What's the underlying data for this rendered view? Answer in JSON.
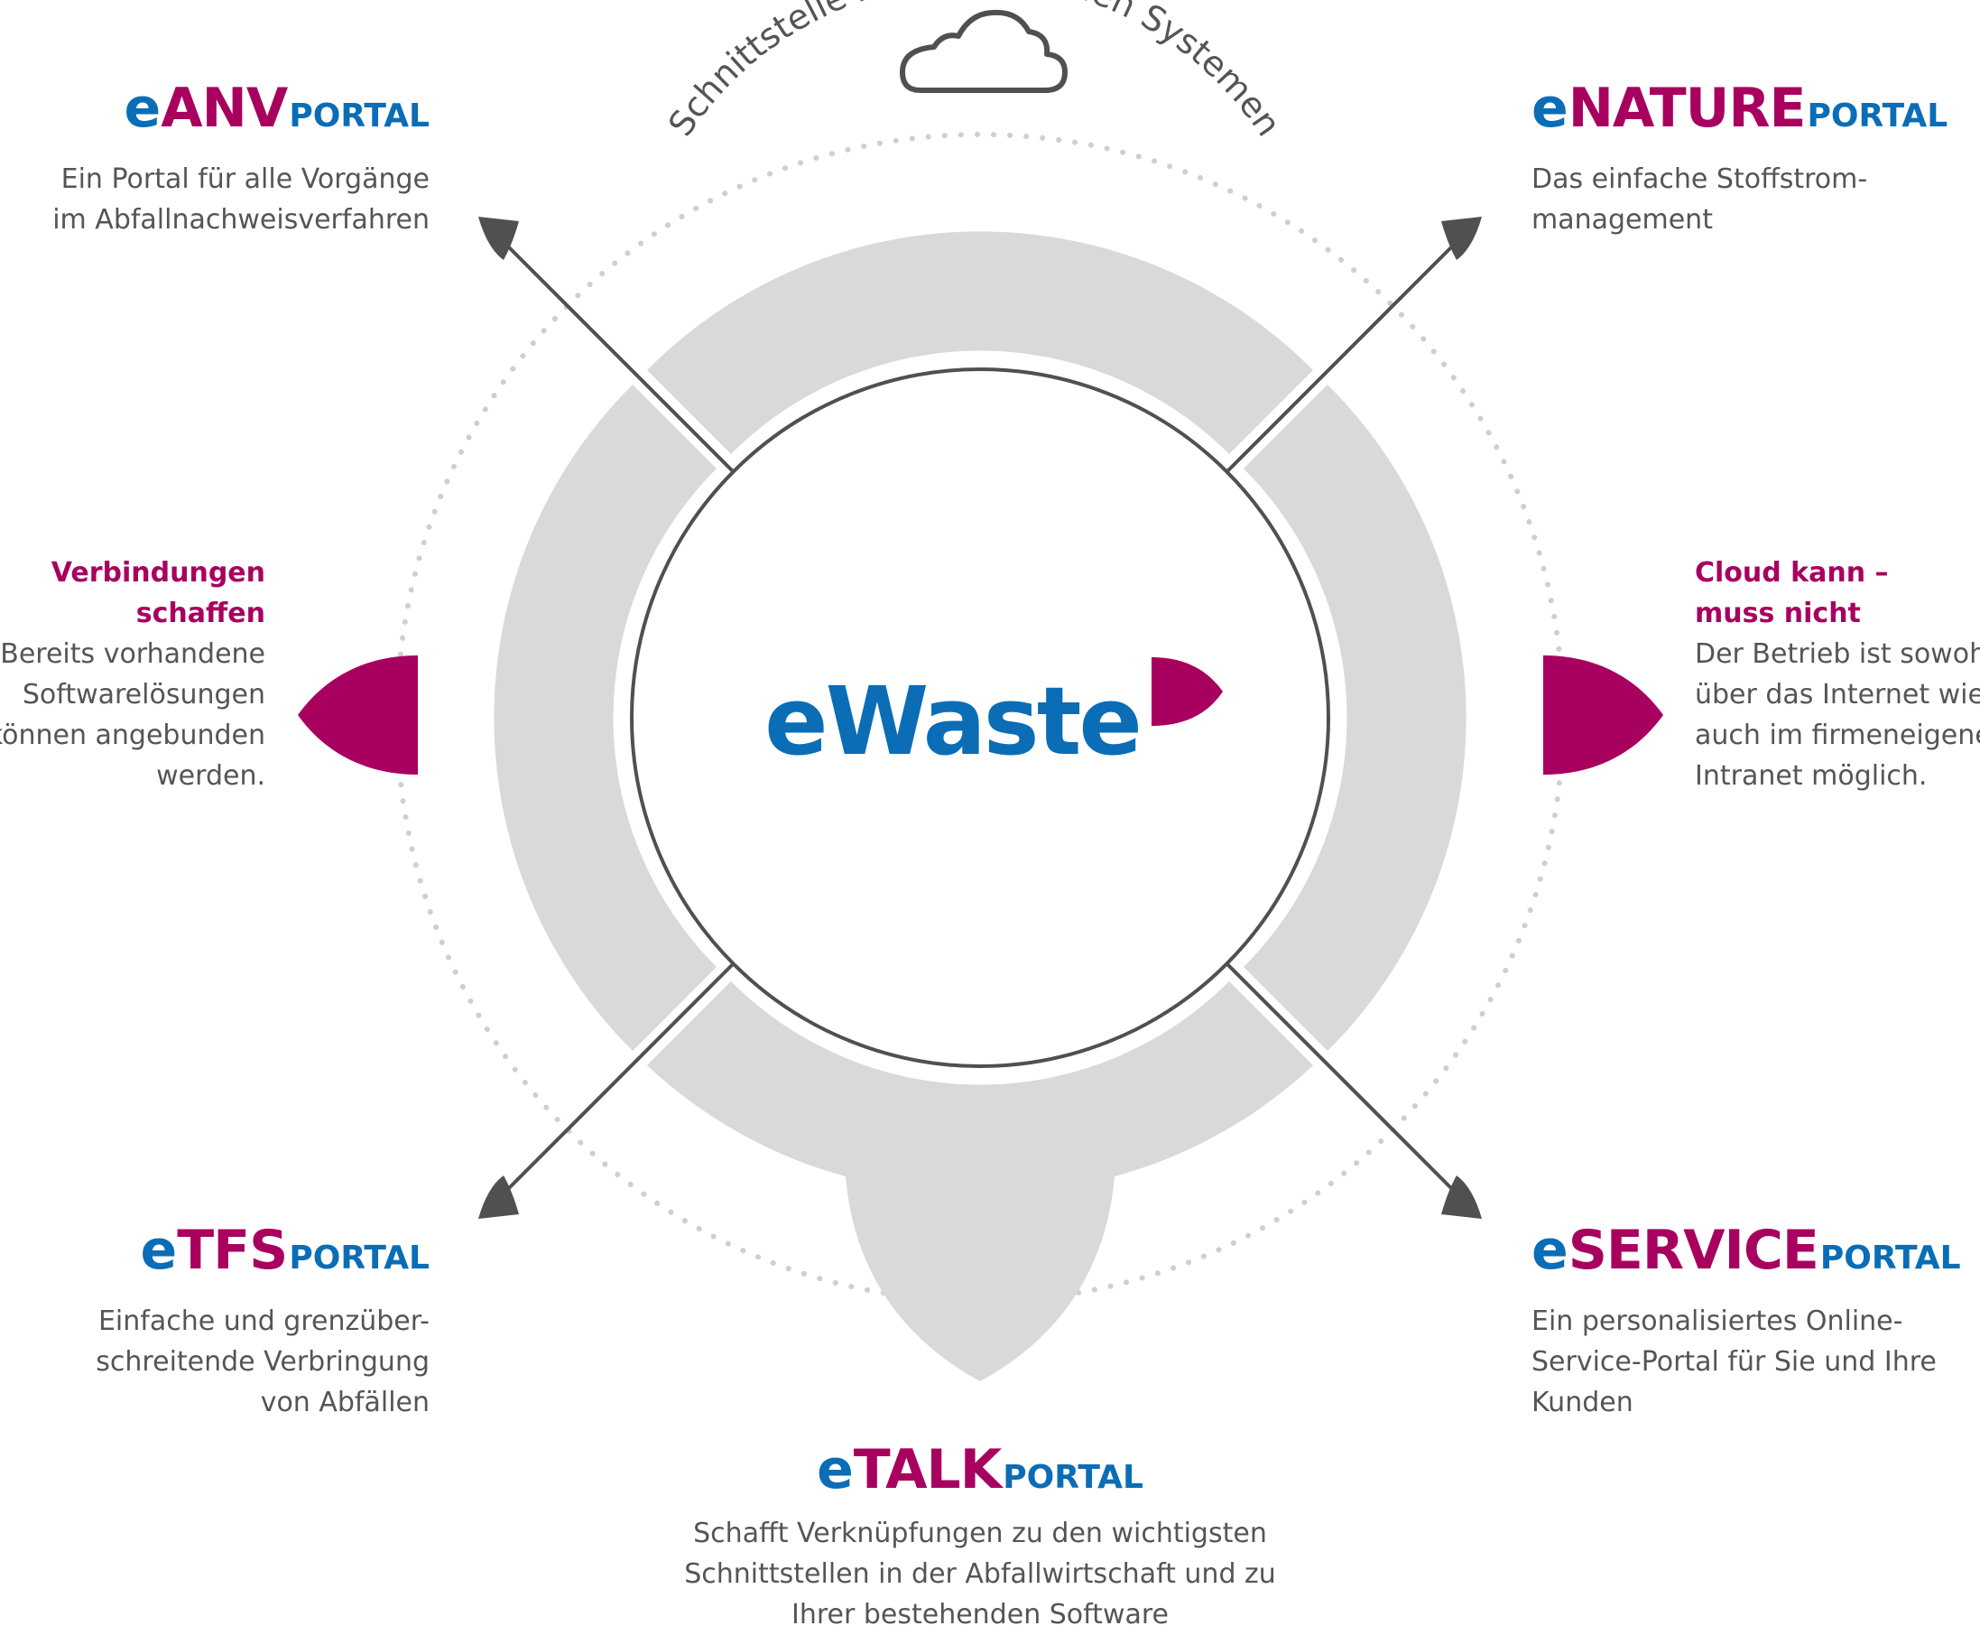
{
  "center": {
    "logo_text": "eWaste"
  },
  "arc_text": "Schnittstelle zu vorhandenen Systemen",
  "portals": {
    "anv": {
      "prefix": "e",
      "name": "ANV",
      "suffix": "PORTAL",
      "desc": [
        "Ein Portal für alle Vorgänge",
        "im Abfallnachweisverfahren"
      ]
    },
    "nature": {
      "prefix": "e",
      "name": "NATURE",
      "suffix": "PORTAL",
      "desc": [
        "Das einfache Stoffstrom-",
        "management"
      ]
    },
    "tfs": {
      "prefix": "e",
      "name": "TFS",
      "suffix": "PORTAL",
      "desc": [
        "Einfache und grenzüber-",
        "schreitende Verbringung",
        "von Abfällen"
      ]
    },
    "service": {
      "prefix": "e",
      "name": "SERVICE",
      "suffix": "PORTAL",
      "desc": [
        "Ein personalisiertes Online-",
        "Service-Portal für Sie und Ihre",
        "Kunden"
      ]
    },
    "talk": {
      "prefix": "e",
      "name": "TALK",
      "suffix": "PORTAL",
      "desc": [
        "Schafft Verknüpfungen zu den wichtigsten",
        "Schnittstellen in der Abfallwirtschaft und zu",
        "Ihrer bestehenden Software"
      ]
    }
  },
  "sides": {
    "left": {
      "heading": [
        "Verbindungen",
        "schaffen"
      ],
      "desc": [
        "Bereits vorhandene",
        "Softwarelösungen",
        "können angebunden",
        "werden."
      ]
    },
    "right": {
      "heading": [
        "Cloud kann –",
        "muss nicht"
      ],
      "desc": [
        "Der Betrieb ist sowohl",
        "über das Internet wie",
        "auch im firmeneigenen",
        "Intranet möglich."
      ]
    }
  },
  "colors": {
    "blue": "#0a6db6",
    "magenta": "#a8005f",
    "grey_ring": "#d9d9d9",
    "dark": "#555555"
  },
  "icons": [
    "cloud-icon"
  ]
}
